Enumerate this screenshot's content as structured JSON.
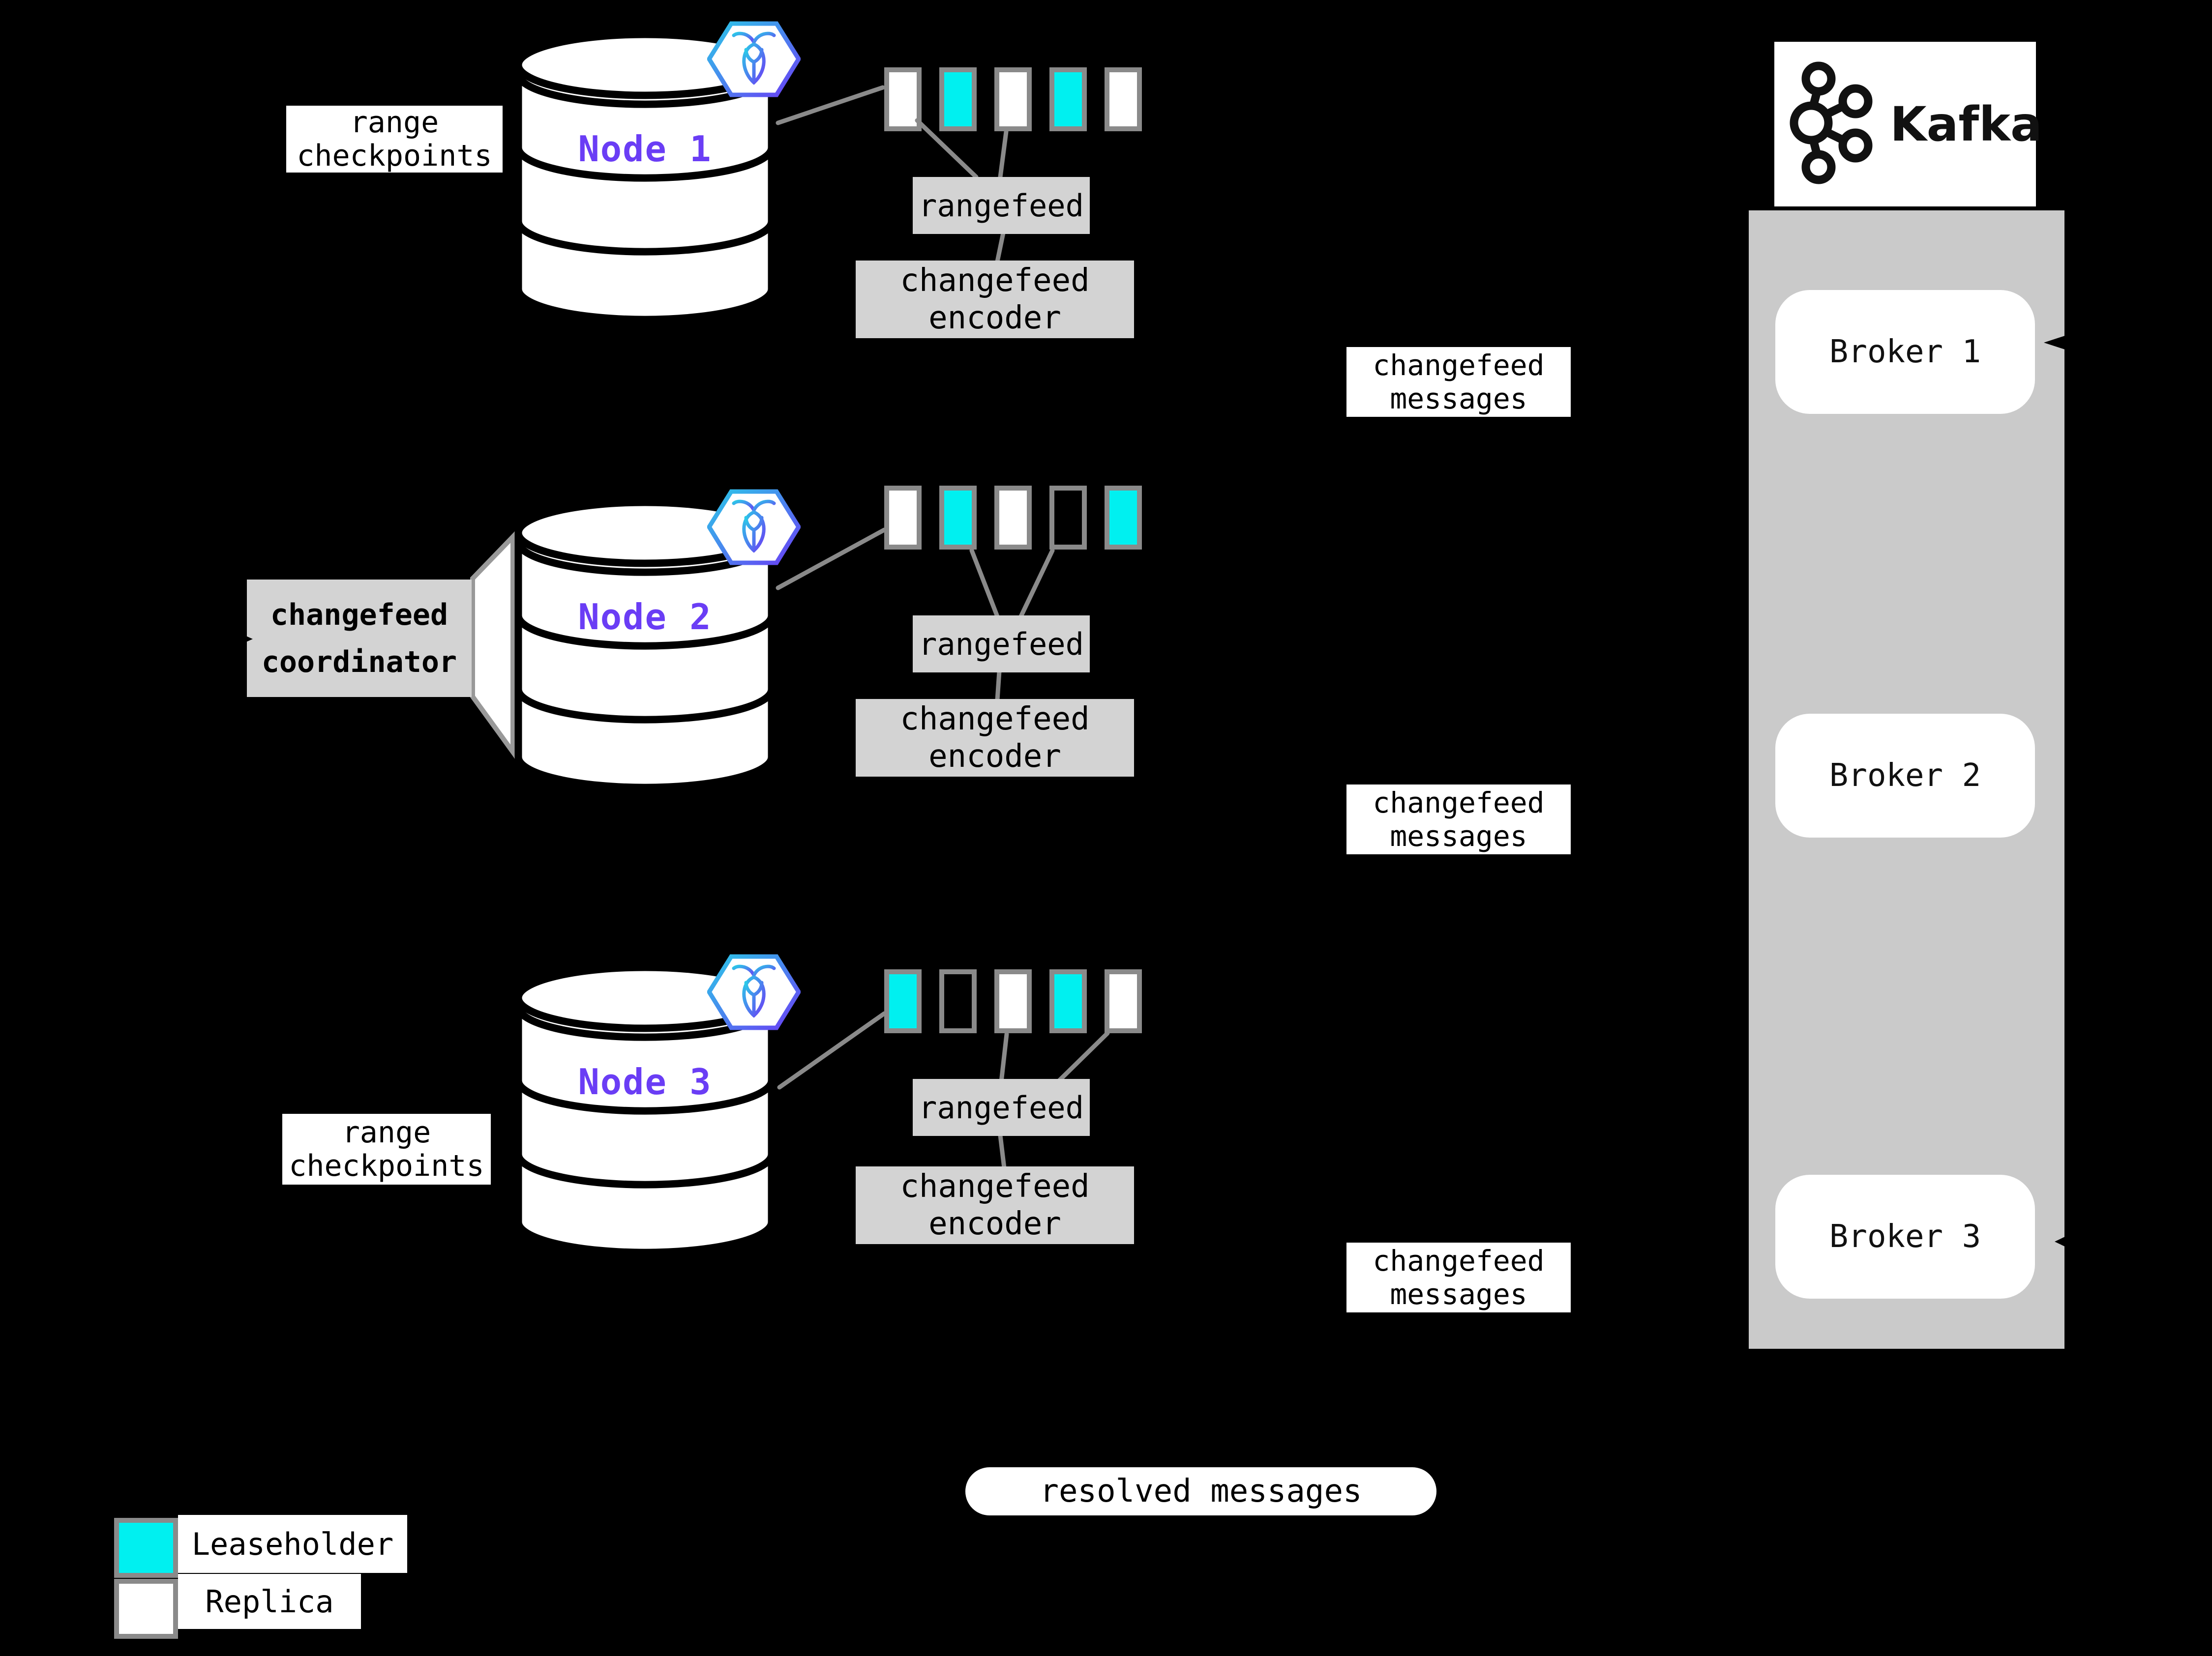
{
  "labels": {
    "range_checkpoints": {
      "line1": "range",
      "line2": "checkpoints"
    },
    "rangefeed": "rangefeed",
    "changefeed_encoder": {
      "line1": "changefeed",
      "line2": "encoder"
    },
    "changefeed_messages": {
      "line1": "changefeed",
      "line2": "messages"
    },
    "changefeed_coordinator": {
      "line1": "changefeed",
      "line2": "coordinator"
    },
    "resolved_messages": "resolved messages"
  },
  "nodes": [
    {
      "label": "Node 1",
      "ranges": [
        "replica",
        "leaseholder",
        "replica",
        "leaseholder",
        "replica"
      ]
    },
    {
      "label": "Node 2",
      "ranges": [
        "replica",
        "leaseholder",
        "replica",
        "empty",
        "leaseholder"
      ]
    },
    {
      "label": "Node 3",
      "ranges": [
        "leaseholder",
        "empty",
        "replica",
        "leaseholder",
        "replica"
      ]
    }
  ],
  "kafka": {
    "title": "Kafka",
    "brokers": [
      "Broker 1",
      "Broker 2",
      "Broker 3"
    ]
  },
  "legend": [
    {
      "type": "leaseholder",
      "label": "Leaseholder"
    },
    {
      "type": "replica",
      "label": "Replica"
    }
  ],
  "colors": {
    "background": "#000000",
    "leaseholder_cyan": "#00F0F0",
    "replica_white": "#FFFFFF",
    "node_label_purple": "#6A3DF5",
    "process_box_gray": "#D3D3D3",
    "kafka_container_gray": "#CACACA",
    "connector_gray": "#8A8A8A"
  }
}
